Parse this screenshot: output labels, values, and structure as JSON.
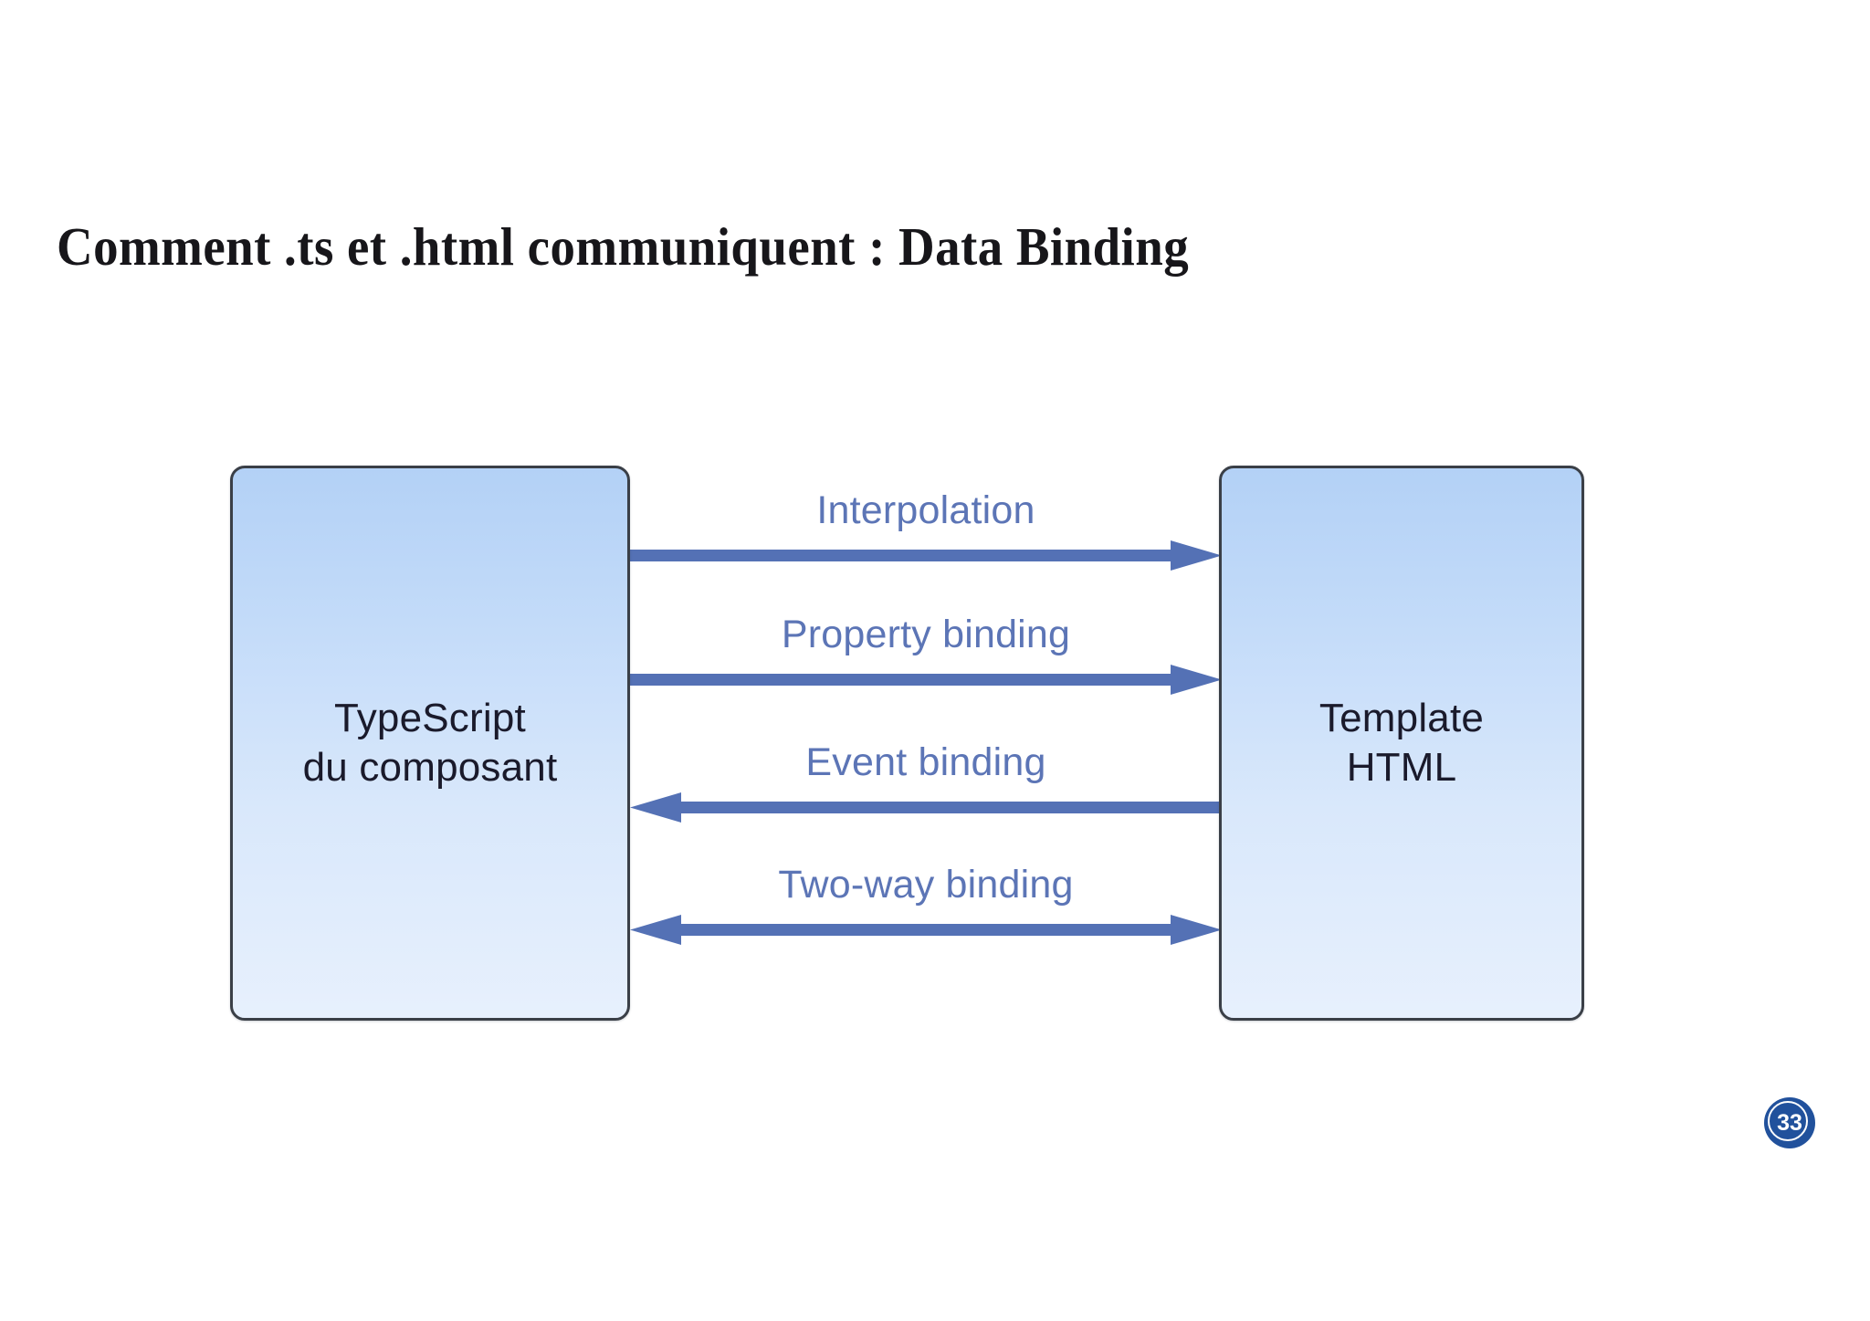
{
  "slide": {
    "title": "Comment .ts et .html communiquent : Data Binding",
    "page_number": "33"
  },
  "colors": {
    "title_text": "#17161a",
    "box_border": "#3a3f47",
    "box_gradient_top": "#b3d1f6",
    "box_gradient_bottom": "#e7f0fd",
    "box_text": "#1a1a2b",
    "arrow": "#5471b5",
    "arrow_label_text": "#5c75b6",
    "badge_fill": "#21519c",
    "badge_text": "#ffffff"
  },
  "diagram": {
    "type": "flow-diagram",
    "nodes": [
      {
        "id": "typescript",
        "label": "TypeScript\ndu composant",
        "label_line1": "TypeScript",
        "label_line2": "du composant"
      },
      {
        "id": "template",
        "label": "Template\nHTML",
        "label_line1": "Template",
        "label_line2": "HTML"
      }
    ],
    "connections": [
      {
        "id": "interpolation",
        "label": "Interpolation",
        "direction": "right",
        "from": "typescript",
        "to": "template"
      },
      {
        "id": "property-binding",
        "label": "Property binding",
        "direction": "right",
        "from": "typescript",
        "to": "template"
      },
      {
        "id": "event-binding",
        "label": "Event binding",
        "direction": "left",
        "from": "template",
        "to": "typescript"
      },
      {
        "id": "two-way-binding",
        "label": "Two-way binding",
        "direction": "both",
        "from": "typescript",
        "to": "template"
      }
    ]
  }
}
